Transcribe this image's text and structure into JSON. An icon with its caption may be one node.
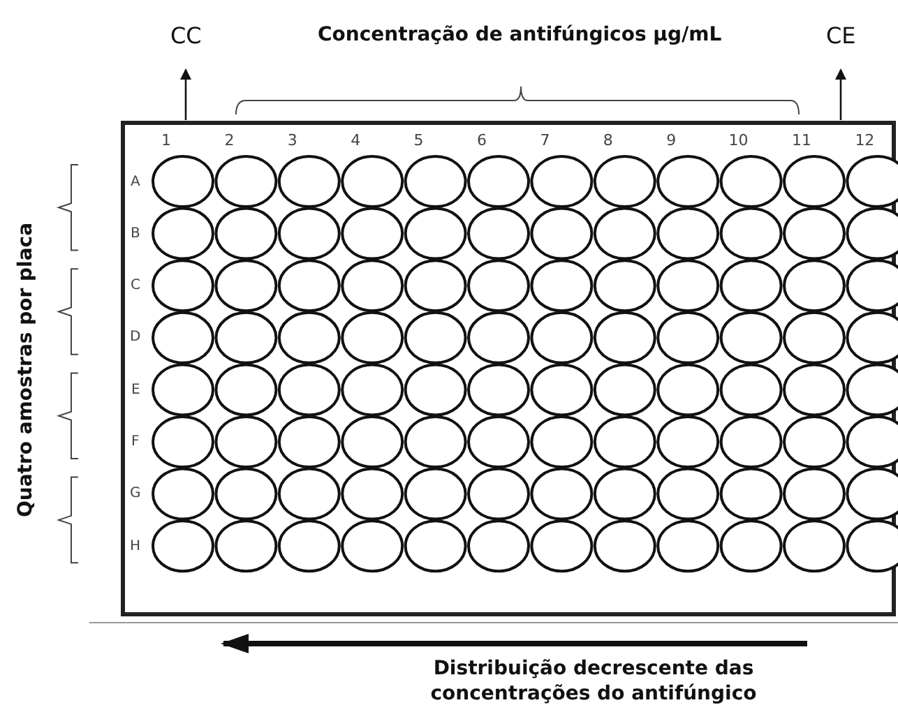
{
  "diagram": {
    "labels": [
      "CC",
      "Concentração de antifúngicos µg/mL",
      "CE",
      "1",
      "2",
      "3",
      "4",
      "5",
      "6",
      "7",
      "8",
      "9",
      "10",
      "11",
      "12",
      "Quatro amostras por placa",
      "A",
      "B",
      "C",
      "D",
      "E",
      "F",
      "G",
      "H",
      "Distribuição decrescente das concentrações do antifúngico"
    ]
  }
}
